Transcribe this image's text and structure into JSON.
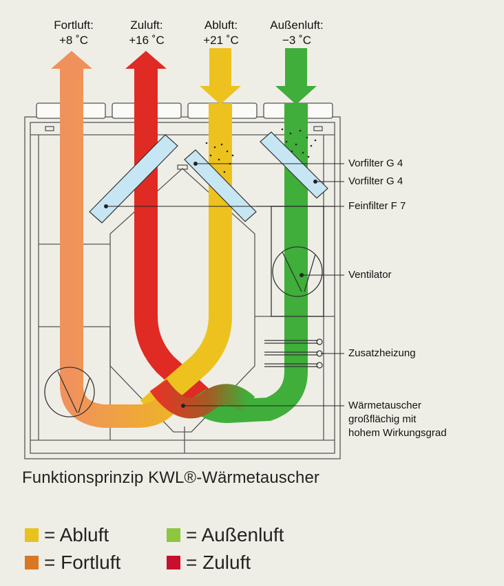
{
  "flows": [
    {
      "name": "Fortluft:",
      "temp": "+8 ˚C",
      "color": "#f0905a"
    },
    {
      "name": "Zuluft:",
      "temp": "+16 ˚C",
      "color": "#e02a24"
    },
    {
      "name": "Abluft:",
      "temp": "+21 ˚C",
      "color": "#eec21e"
    },
    {
      "name": "Außenluft:",
      "temp": "−3 ˚C",
      "color": "#3fae3a"
    }
  ],
  "callouts": {
    "vorfilter1": "Vorfilter G 4",
    "vorfilter2": "Vorfilter G 4",
    "feinfilter": "Feinfilter F 7",
    "ventilator": "Ventilator",
    "zusatzheizung": "Zusatzheizung",
    "waermetauscher_line1": "Wärmetauscher",
    "waermetauscher_line2": "großflächig mit",
    "waermetauscher_line3": "hohem Wirkungsgrad"
  },
  "caption": "Funktionsprinzip KWL®-Wärmetauscher",
  "legend": [
    {
      "label": "= Abluft",
      "color": "#e8c21f"
    },
    {
      "label": "= Außenluft",
      "color": "#8dc63f"
    },
    {
      "label": "= Fortluft",
      "color": "#d97824"
    },
    {
      "label": "= Zuluft",
      "color": "#c8102e"
    }
  ],
  "filter_color": "#c7e6f4"
}
